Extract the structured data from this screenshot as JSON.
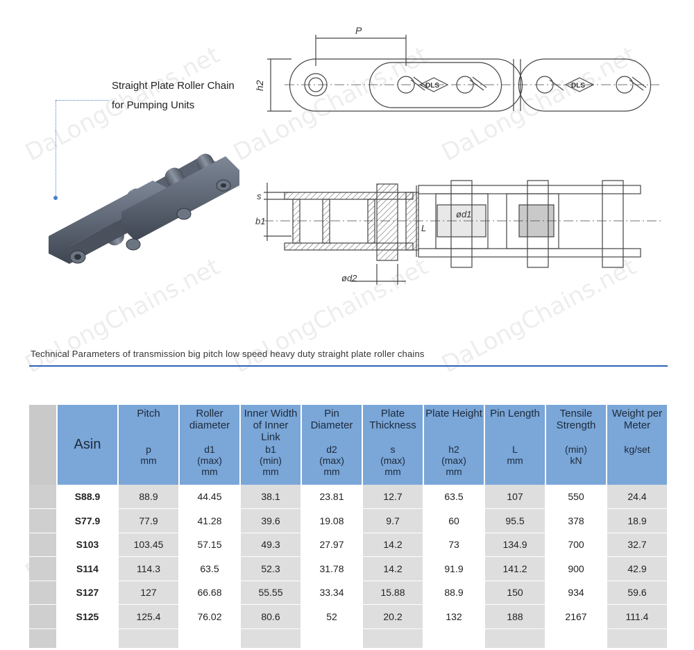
{
  "watermark": "DaLongChains.net",
  "caption": {
    "line1": "Straight Plate Roller Chain",
    "line2": "for Pumping Units"
  },
  "drawing_labels": {
    "pitch": "P",
    "plate_height": "h2",
    "plate_mark": "DLS",
    "plate_thickness": "s",
    "inner_width": "b1",
    "pin_length": "L",
    "roller_diameter": "ød1",
    "pin_diameter": "ød2"
  },
  "section_title": "Technical Parameters of transmission big pitch low speed heavy duty straight plate roller chains",
  "table": {
    "headers": [
      {
        "main": "Asin",
        "sub": ""
      },
      {
        "main": "Pitch",
        "sub": "p\nmm"
      },
      {
        "main": "Roller diameter",
        "sub": "d1\n(max)\nmm"
      },
      {
        "main": "Inner Width of Inner Link",
        "sub": "b1\n(min)\nmm"
      },
      {
        "main": "Pin Diameter",
        "sub": "d2\n(max)\nmm"
      },
      {
        "main": "Plate Thickness",
        "sub": "s\n(max)\nmm"
      },
      {
        "main": "Plate Height",
        "sub": "h2\n(max)\nmm"
      },
      {
        "main": "Pin Length",
        "sub": "L\nmm"
      },
      {
        "main": "Tensile Strength",
        "sub": "(min)\nkN"
      },
      {
        "main": "Weight per Meter",
        "sub": "kg/set"
      }
    ],
    "rows": [
      [
        "S88.9",
        "88.9",
        "44.45",
        "38.1",
        "23.81",
        "12.7",
        "63.5",
        "107",
        "550",
        "24.4"
      ],
      [
        "S77.9",
        "77.9",
        "41.28",
        "39.6",
        "19.08",
        "9.7",
        "60",
        "95.5",
        "378",
        "18.9"
      ],
      [
        "S103",
        "103.45",
        "57.15",
        "49.3",
        "27.97",
        "14.2",
        "73",
        "134.9",
        "700",
        "32.7"
      ],
      [
        "S114",
        "114.3",
        "63.5",
        "52.3",
        "31.78",
        "14.2",
        "91.9",
        "141.2",
        "900",
        "42.9"
      ],
      [
        "S127",
        "127",
        "66.68",
        "55.55",
        "33.34",
        "15.88",
        "88.9",
        "150",
        "934",
        "59.6"
      ],
      [
        "S125",
        "125.4",
        "76.02",
        "80.6",
        "52",
        "20.2",
        "132",
        "188",
        "2167",
        "111.4"
      ]
    ]
  },
  "colors": {
    "header_bg": "#7aa6d8",
    "rule": "#2d62b8",
    "row_shade": "#dedede",
    "corner": "#c9c9c9",
    "steel": "#5a6270"
  }
}
